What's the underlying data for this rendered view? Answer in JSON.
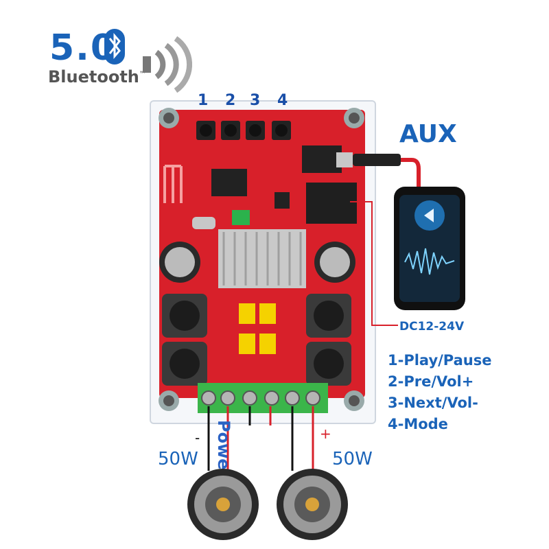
{
  "bluetooth": {
    "version": "5.0",
    "label": "Bluetooth",
    "trademark": "™"
  },
  "buttons": [
    {
      "number": "1"
    },
    {
      "number": "2"
    },
    {
      "number": "3"
    },
    {
      "number": "4"
    }
  ],
  "aux_label": "AUX",
  "dc_label": "DC12-24V",
  "legend": [
    "1-Play/Pause",
    "2-Pre/Vol+",
    "3-Next/Vol-",
    "4-Mode"
  ],
  "outputs": {
    "left_watt": "50W",
    "right_watt": "50W",
    "power_label": "Power 2",
    "minus": "-",
    "plus": "+"
  },
  "colors": {
    "board": "#d8202a",
    "accent": "#1a63b8",
    "cable": "#d8202a",
    "terminal": "#3bb54a",
    "inductor": "#3a3a3a",
    "capacitor_yellow": "#f5d200",
    "heatsink": "#c9c9c9"
  },
  "icons": [
    "bluetooth-icon",
    "sound-waves-icon",
    "play-icon",
    "audio-waveform-icon",
    "speaker-icon"
  ]
}
